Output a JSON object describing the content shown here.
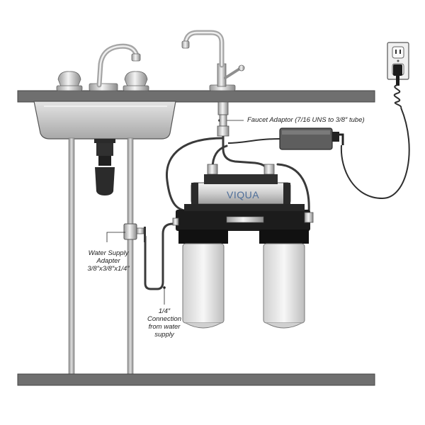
{
  "labels": {
    "faucet_adaptor": "Faucet Adaptor (7/16 UNS to 3/8″ tube)",
    "water_supply_adapter": [
      "Water Supply",
      "Adapter",
      "3/8″x3/8″x1/4″"
    ],
    "connection": [
      "1/4″",
      "Connection",
      "from water",
      "supply"
    ]
  },
  "brand": {
    "name": "VIQUA"
  },
  "colors": {
    "counter": "#6f6f6f",
    "sink": "#c8c8c8",
    "chrome": "#d9d9d9",
    "tubing": "#3a3a3a",
    "housing_head": "#1c1c1c",
    "filter_bowl": "#eeeeee",
    "uv_chamber": "#dcdcdc",
    "outlet": "#eaeaea",
    "cord": "#2e2e2e",
    "pipe": "#a9a9a9"
  }
}
